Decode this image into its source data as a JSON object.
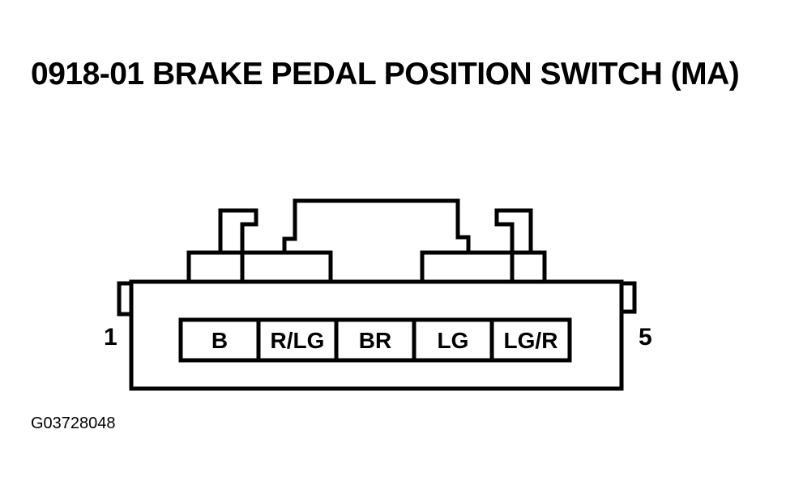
{
  "title": "0918-01 BRAKE PEDAL POSITION SWITCH (MA)",
  "connector": {
    "pin_first_label": "1",
    "pin_last_label": "5",
    "cavities": [
      {
        "wire": "B"
      },
      {
        "wire": "R/LG"
      },
      {
        "wire": "BR"
      },
      {
        "wire": "LG"
      },
      {
        "wire": "LG/R"
      }
    ]
  },
  "figure_id": "G03728048",
  "colors": {
    "line": "#000000",
    "background": "#ffffff"
  }
}
